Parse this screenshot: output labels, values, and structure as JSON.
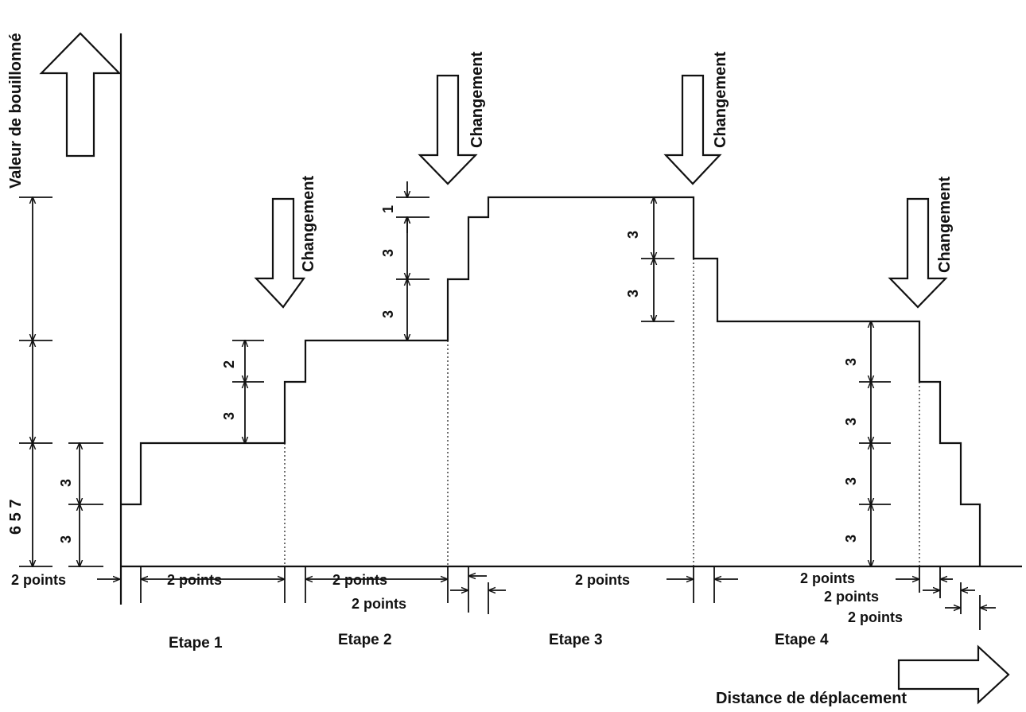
{
  "axes": {
    "y_label": "Valeur de bouillonné",
    "x_label": "Distance de déplacement",
    "y_bottom_value": "6 5 7"
  },
  "change_label": "Changement",
  "dimensions": {
    "left_3a": "3",
    "left_3b": "3",
    "step1_3": "3",
    "step1_2": "2",
    "step2_3a": "3",
    "step2_3b": "3",
    "step2_1": "1",
    "step3_3a": "3",
    "step3_3b": "3",
    "step4_3a": "3",
    "step4_3b": "3",
    "step4_3c": "3",
    "step4_3d": "3"
  },
  "points": {
    "p0": "2 points",
    "p1": "2 points",
    "p2a": "2 points",
    "p2b": "2 points",
    "p3": "2 points",
    "p4a": "2 points",
    "p4b": "2 points",
    "p4c": "2 points"
  },
  "stages": [
    "Etape 1",
    "Etape 2",
    "Etape 3",
    "Etape 4"
  ]
}
